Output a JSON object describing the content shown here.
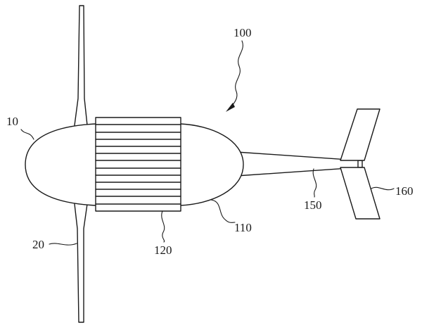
{
  "figure": {
    "labels": {
      "assembly": "100",
      "hub": "10",
      "blade": "20",
      "nacelle": "110",
      "cooling_fins": "120",
      "tail_boom": "150",
      "tail_vane": "160"
    }
  }
}
